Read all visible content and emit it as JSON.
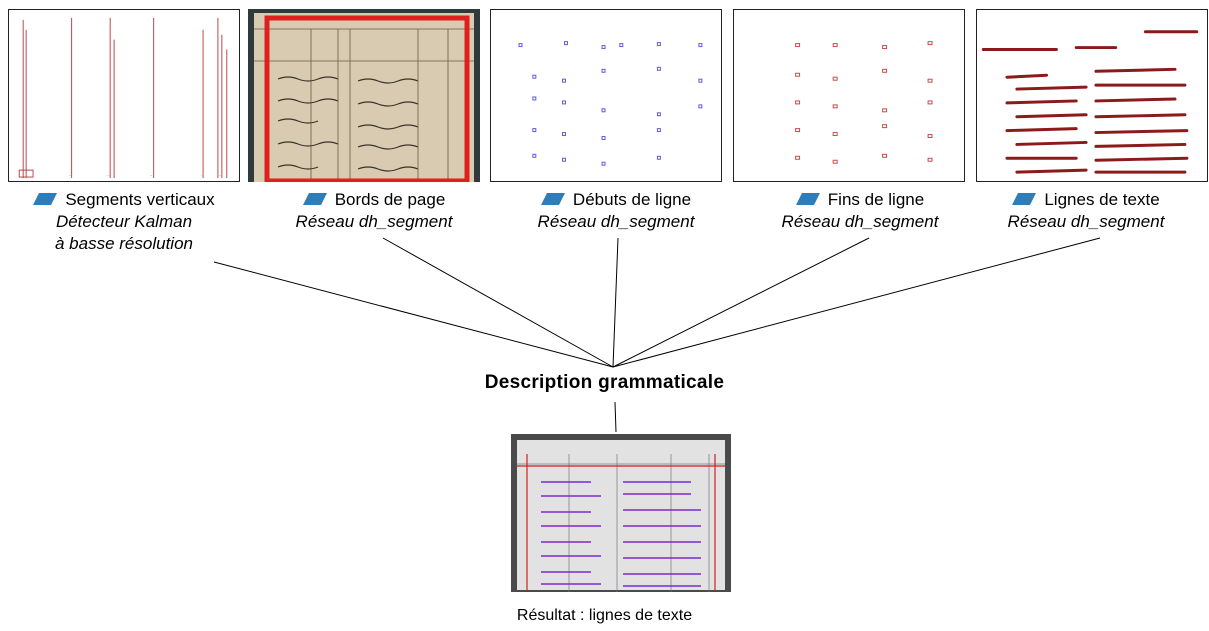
{
  "inputs": [
    {
      "title": "Segments verticaux",
      "method": "Détecteur Kalman",
      "method2": "à basse résolution"
    },
    {
      "title": "Bords de page",
      "method": "Réseau dh_segment"
    },
    {
      "title": "Débuts de ligne",
      "method": "Réseau dh_segment"
    },
    {
      "title": "Fins de ligne",
      "method": "Réseau dh_segment"
    },
    {
      "title": "Lignes de texte",
      "method": "Réseau dh_segment"
    }
  ],
  "center": {
    "title": "Description grammaticale"
  },
  "result": {
    "caption": "Résultat : lignes de texte"
  },
  "colors": {
    "icon": "#2e7db8",
    "page_border": "#e0201c",
    "line_start": "#5b5bd6",
    "line_end": "#c84a4a",
    "text_line": "#8b1a1a",
    "segment": "#c04545"
  },
  "icons": [
    "layer-icon",
    "layer-icon",
    "layer-icon",
    "layer-icon",
    "layer-icon"
  ]
}
